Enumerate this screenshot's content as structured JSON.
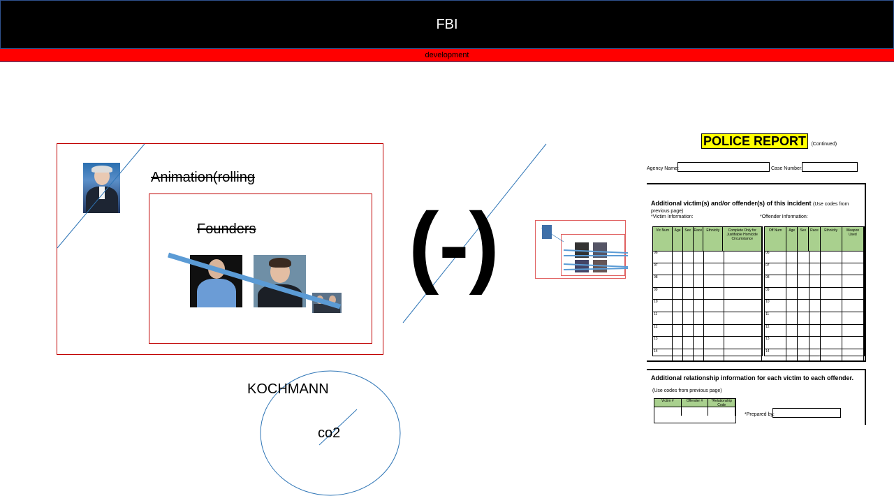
{
  "header": {
    "title": "FBI",
    "subtitle": "development"
  },
  "main": {
    "outer_label": "Animation(rolling",
    "inner_label": "Founders",
    "symbol": "(-)",
    "circle_name": "KOCHMANN",
    "circle_text": "co2"
  },
  "report": {
    "title": "POLICE REPORT",
    "title_note": "(Continued)",
    "agency_label": "Agency Name:",
    "case_label": "Case Number:",
    "section1_title": "Additional victim(s) and/or offender(s) of this incident",
    "section1_note": "(Use codes from previous page)",
    "victim_info_label": "*Victim Information:",
    "offender_info_label": "*Offender Information:",
    "victim_columns": [
      "Vic Num",
      "Age",
      "Sex",
      "Race",
      "Ethnicity",
      "Complete Only for Justifiable Homicide Circumstance"
    ],
    "offender_columns": [
      "Off Num",
      "Age",
      "Sex",
      "Race",
      "Ethnicity",
      "Weapon Used"
    ],
    "victim_rows": [
      "06",
      "07",
      "08",
      "09",
      "10",
      "11",
      "12",
      "13",
      "14"
    ],
    "offender_rows": [
      "06",
      "07",
      "08",
      "09",
      "10",
      "11",
      "12",
      "13",
      "14"
    ],
    "section2_title": "Additional relationship information for each victim to each offender.",
    "section2_note": "(Use codes from previous page)",
    "relationship_columns": [
      "Victim #",
      "Offender #",
      "*Relationship Code"
    ],
    "prepared_by_label": "*Prepared by:"
  },
  "colors": {
    "header_bg": "#000000",
    "subtitle_bar": "#ff0000",
    "frame_border": "#c00000",
    "thin_line": "#2e75b6",
    "thick_line": "#5b9bd5",
    "table_header": "#a9d08e",
    "title_highlight": "#ffff00"
  }
}
